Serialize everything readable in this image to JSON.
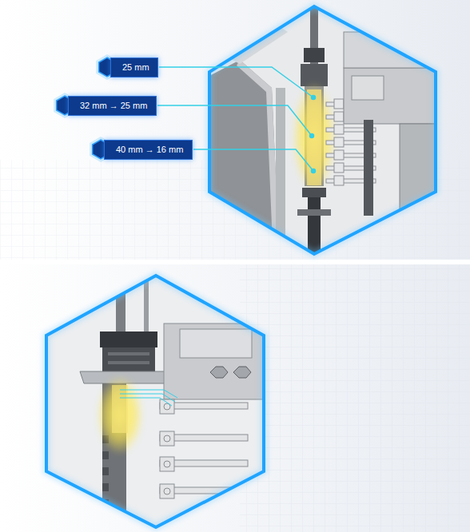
{
  "diagram": {
    "nodes": [
      {
        "text": [
          "25 mm"
        ]
      },
      {
        "text": [
          "32 mm → 25 mm"
        ]
      },
      {
        "text": [
          "40 mm → 16 mm"
        ]
      }
    ]
  }
}
